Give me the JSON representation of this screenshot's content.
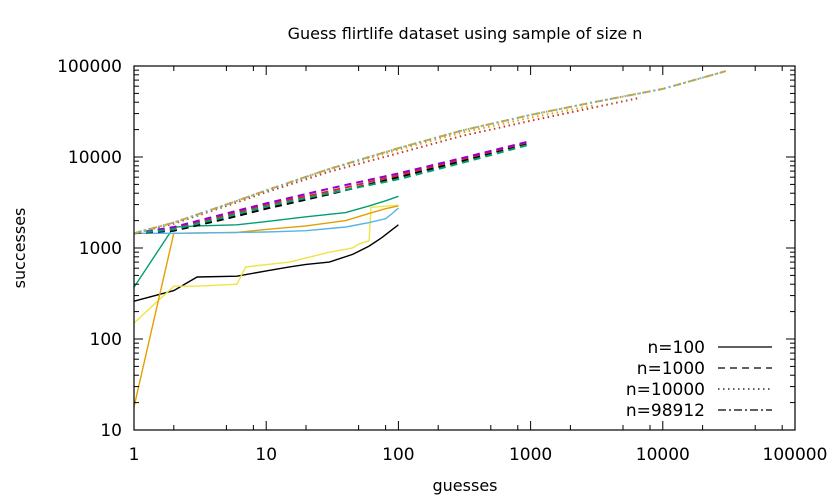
{
  "chart_data": {
    "type": "line",
    "title": "Guess flirtlife dataset using sample of size n",
    "xlabel": "guesses",
    "ylabel": "successes",
    "xscale": "log",
    "yscale": "log",
    "xlim": [
      1,
      100000
    ],
    "ylim": [
      10,
      100000
    ],
    "xticks": [
      "1",
      "10",
      "100",
      "1000",
      "10000",
      "100000"
    ],
    "yticks": [
      "10",
      "100",
      "1000",
      "10000",
      "100000"
    ],
    "grid": false,
    "legend_position": "lower right",
    "legend": [
      {
        "label": "n=100",
        "style": "solid"
      },
      {
        "label": "n=1000",
        "style": "dashed"
      },
      {
        "label": "n=10000",
        "style": "dotted"
      },
      {
        "label": "n=98912",
        "style": "dash-dot"
      }
    ],
    "series": [
      {
        "name": "n=100 (black)",
        "group": "n=100",
        "color": "#000000",
        "style": "solid",
        "x": [
          1,
          2,
          3,
          6,
          10,
          15,
          20,
          30,
          45,
          60,
          75,
          90,
          100
        ],
        "y": [
          260,
          340,
          480,
          490,
          560,
          620,
          660,
          700,
          850,
          1050,
          1300,
          1600,
          1800
        ]
      },
      {
        "name": "n=100 (yellow)",
        "group": "n=100",
        "color": "#f0e442",
        "style": "solid",
        "x": [
          1,
          2,
          3,
          6,
          7,
          15,
          30,
          45,
          50,
          60,
          62,
          100
        ],
        "y": [
          150,
          380,
          380,
          400,
          620,
          700,
          900,
          1000,
          1100,
          1200,
          2800,
          2950
        ]
      },
      {
        "name": "n=100 (orange)",
        "group": "n=100",
        "color": "#e69f00",
        "style": "solid",
        "x": [
          1,
          2,
          6,
          10,
          20,
          40,
          60,
          80,
          100
        ],
        "y": [
          18,
          1450,
          1480,
          1600,
          1750,
          2000,
          2400,
          2700,
          2900
        ]
      },
      {
        "name": "n=100 (green)",
        "group": "n=100",
        "color": "#009e73",
        "style": "solid",
        "x": [
          1,
          2,
          3,
          6,
          10,
          20,
          40,
          60,
          80,
          100
        ],
        "y": [
          370,
          1700,
          1750,
          1800,
          1950,
          2200,
          2450,
          2900,
          3300,
          3700
        ]
      },
      {
        "name": "n=100 (sky blue)",
        "group": "n=100",
        "color": "#56b4e9",
        "style": "solid",
        "x": [
          1,
          2,
          10,
          20,
          40,
          60,
          80,
          90,
          100
        ],
        "y": [
          1450,
          1450,
          1500,
          1550,
          1700,
          1900,
          2100,
          2400,
          2750
        ]
      },
      {
        "name": "n=1000 (black)",
        "group": "n=1000",
        "color": "#000000",
        "style": "dashed",
        "x": [
          1,
          2,
          5,
          10,
          30,
          100,
          300,
          1000
        ],
        "y": [
          1450,
          1550,
          2100,
          2700,
          3900,
          6000,
          9000,
          14500
        ]
      },
      {
        "name": "n=1000 (red)",
        "group": "n=1000",
        "color": "#d62728",
        "style": "dashed",
        "x": [
          1,
          2,
          5,
          10,
          30,
          100,
          300,
          1000
        ],
        "y": [
          1450,
          1650,
          2300,
          3000,
          4200,
          6300,
          9400,
          14800
        ]
      },
      {
        "name": "n=1000 (purple)",
        "group": "n=1000",
        "color": "#9400d3",
        "style": "dashed",
        "x": [
          1,
          2,
          5,
          10,
          30,
          100,
          300,
          1000
        ],
        "y": [
          1450,
          1700,
          2400,
          3100,
          4500,
          6600,
          9700,
          15000
        ]
      },
      {
        "name": "n=1000 (teal)",
        "group": "n=1000",
        "color": "#009e73",
        "style": "dashed",
        "x": [
          1,
          2,
          5,
          10,
          30,
          100,
          300,
          1000
        ],
        "y": [
          1450,
          1600,
          2200,
          2850,
          4000,
          5700,
          8600,
          13800
        ]
      },
      {
        "name": "n=10000 (red)",
        "group": "n=10000",
        "color": "#c0392b",
        "style": "dotted",
        "x": [
          1,
          2,
          5,
          10,
          30,
          100,
          300,
          1000,
          3000,
          6800
        ],
        "y": [
          1450,
          1850,
          2900,
          4100,
          6900,
          11000,
          17000,
          25000,
          35000,
          45000
        ]
      },
      {
        "name": "n=10000 (orange)",
        "group": "n=10000",
        "color": "#e69f00",
        "style": "dotted",
        "x": [
          1,
          2,
          5,
          10,
          30,
          100,
          300,
          1000,
          3000
        ],
        "y": [
          1450,
          1900,
          3000,
          4300,
          7300,
          12000,
          18500,
          27000,
          37000
        ]
      },
      {
        "name": "n=98912 (orange)",
        "group": "n=98912",
        "color": "#daa520",
        "style": "dash-dot",
        "x": [
          1,
          2,
          5,
          10,
          30,
          100,
          300,
          1000,
          3000,
          10000,
          30000
        ],
        "y": [
          1450,
          1900,
          3000,
          4300,
          7400,
          12500,
          19500,
          29000,
          40000,
          56000,
          88000
        ]
      },
      {
        "name": "n=98912 (teal)",
        "group": "n=98912",
        "color": "#56b4e9",
        "style": "dotted",
        "x": [
          1,
          2,
          5,
          10,
          30,
          100,
          300,
          1000,
          3000,
          10000,
          30000
        ],
        "y": [
          1450,
          1900,
          3000,
          4300,
          7400,
          12500,
          19500,
          29000,
          40000,
          56000,
          88000
        ]
      }
    ]
  }
}
